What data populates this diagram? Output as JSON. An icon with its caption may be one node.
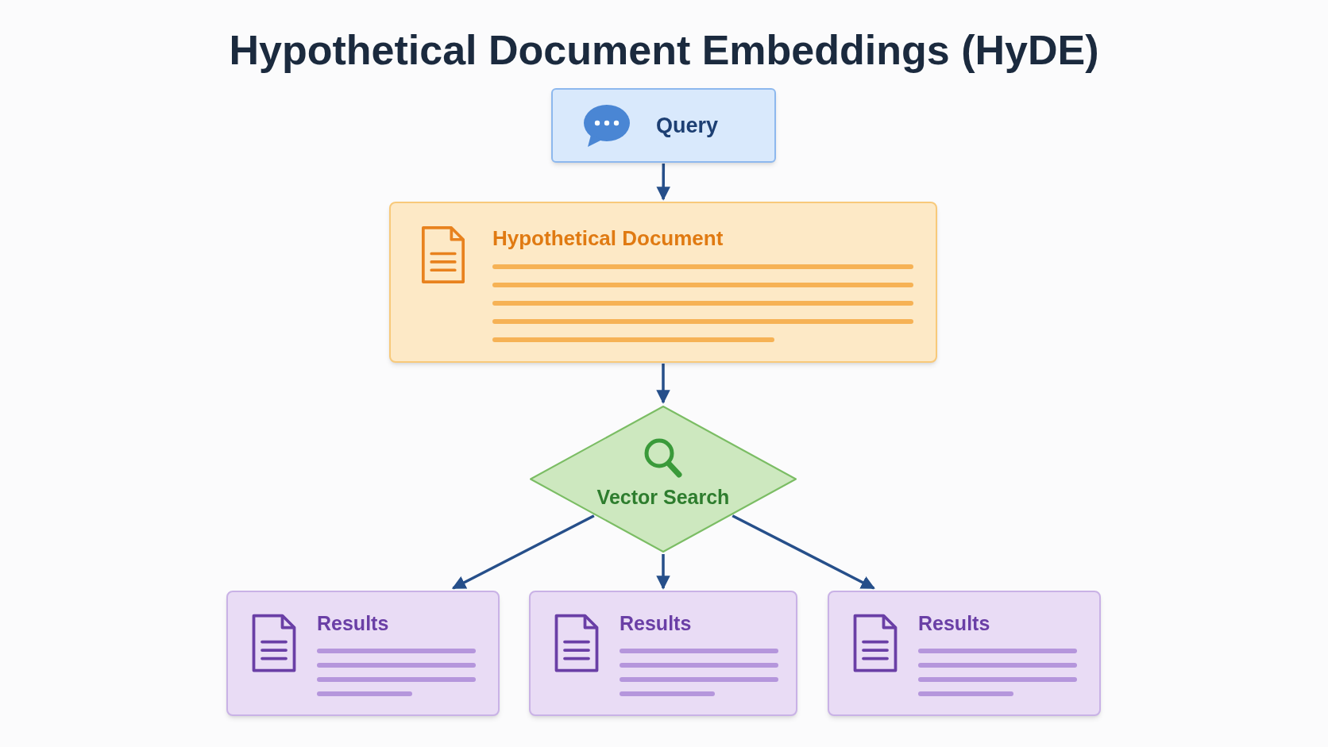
{
  "diagram": {
    "title": "Hypothetical Document Embeddings (HyDE)",
    "nodes": [
      {
        "text": [
          "Query"
        ]
      },
      {
        "text": [
          "Hypothetical Document"
        ]
      },
      {
        "text": [
          "Vector Search"
        ]
      },
      {
        "text": [
          "Results"
        ]
      },
      {
        "text": [
          "Results"
        ]
      },
      {
        "text": [
          "Results"
        ]
      }
    ],
    "edges": [
      {
        "from": 0,
        "to": 1,
        "arrow": "to"
      },
      {
        "from": 1,
        "to": 2,
        "arrow": "to"
      },
      {
        "from": 2,
        "to": 3,
        "arrow": "to"
      },
      {
        "from": 2,
        "to": 4,
        "arrow": "to"
      },
      {
        "from": 2,
        "to": 5,
        "arrow": "to"
      }
    ]
  }
}
